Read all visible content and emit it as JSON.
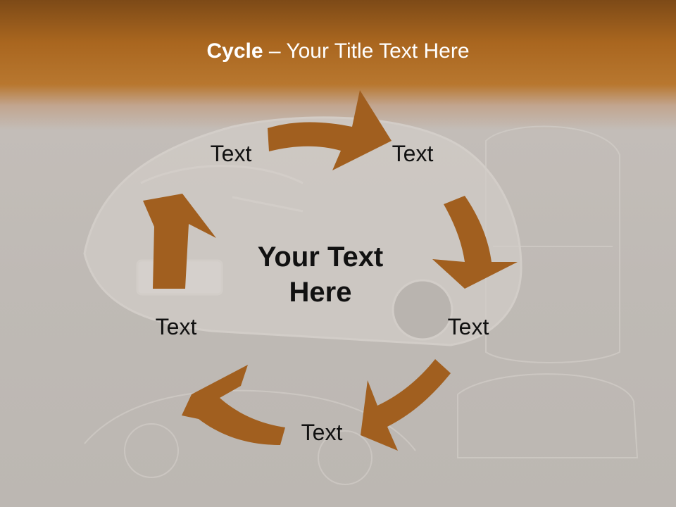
{
  "title": {
    "bold": "Cycle",
    "rest": " – Your Title Text Here"
  },
  "center": {
    "line1": "Your Text",
    "line2": "Here"
  },
  "nodes": [
    {
      "label": "Text"
    },
    {
      "label": "Text"
    },
    {
      "label": "Text"
    },
    {
      "label": "Text"
    },
    {
      "label": "Text"
    }
  ],
  "colors": {
    "arrow": "#a15f1f",
    "header": "#a9661f"
  }
}
